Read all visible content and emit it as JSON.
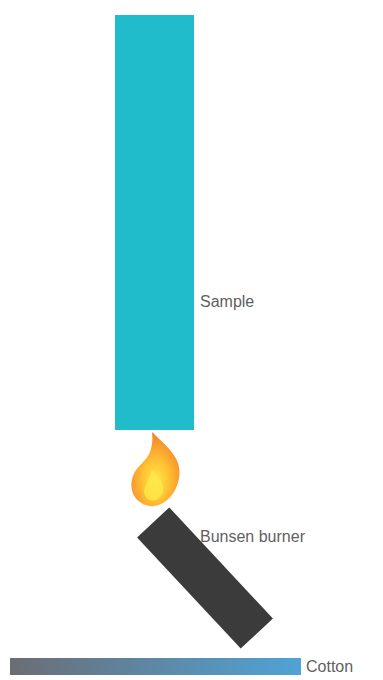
{
  "diagram": {
    "labels": [
      "Sample",
      "Bunsen burner",
      "Cotton"
    ]
  }
}
